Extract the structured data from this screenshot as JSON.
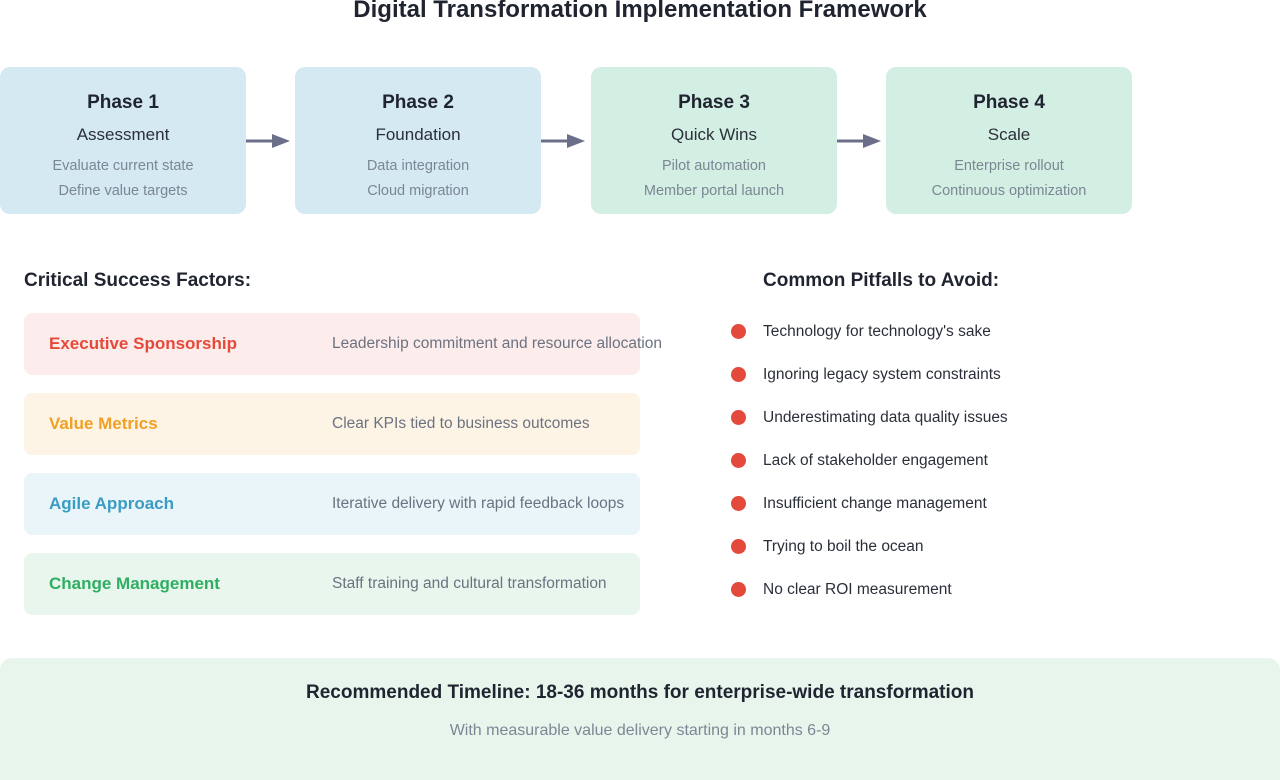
{
  "title": "Digital Transformation Implementation Framework",
  "phases": [
    {
      "label": "Phase 1",
      "name": "Assessment",
      "items": [
        "Evaluate current state",
        "Define value targets"
      ],
      "color": "#d4e9f1"
    },
    {
      "label": "Phase 2",
      "name": "Foundation",
      "items": [
        "Data integration",
        "Cloud migration"
      ],
      "color": "#d4e9f1"
    },
    {
      "label": "Phase 3",
      "name": "Quick Wins",
      "items": [
        "Pilot automation",
        "Member portal launch"
      ],
      "color": "#d3eee2"
    },
    {
      "label": "Phase 4",
      "name": "Scale",
      "items": [
        "Enterprise rollout",
        "Continuous optimization"
      ],
      "color": "#d3eee2"
    }
  ],
  "success_factors": {
    "heading": "Critical Success Factors:",
    "items": [
      {
        "name": "Executive Sponsorship",
        "description": "Leadership commitment and resource allocation",
        "color": "#e5493a",
        "background": "#fdecec"
      },
      {
        "name": "Value Metrics",
        "description": "Clear KPIs tied to business outcomes",
        "color": "#f0a024",
        "background": "#fef4e6"
      },
      {
        "name": "Agile Approach",
        "description": "Iterative delivery with rapid feedback loops",
        "color": "#3a9cc2",
        "background": "#e9f5f9"
      },
      {
        "name": "Change Management",
        "description": "Staff training and cultural transformation",
        "color": "#2fae62",
        "background": "#e9f6ee"
      }
    ]
  },
  "pitfalls": {
    "heading": "Common Pitfalls to Avoid:",
    "bullet_color": "#e34a3b",
    "items": [
      "Technology for technology's sake",
      "Ignoring legacy system constraints",
      "Underestimating data quality issues",
      "Lack of stakeholder engagement",
      "Insufficient change management",
      "Trying to boil the ocean",
      "No clear ROI measurement"
    ]
  },
  "timeline": {
    "title": "Recommended Timeline: 18-36 months for enterprise-wide transformation",
    "subtitle": "With measurable value delivery starting in months 6-9"
  },
  "colors": {
    "arrow": "#6b6f8a"
  }
}
